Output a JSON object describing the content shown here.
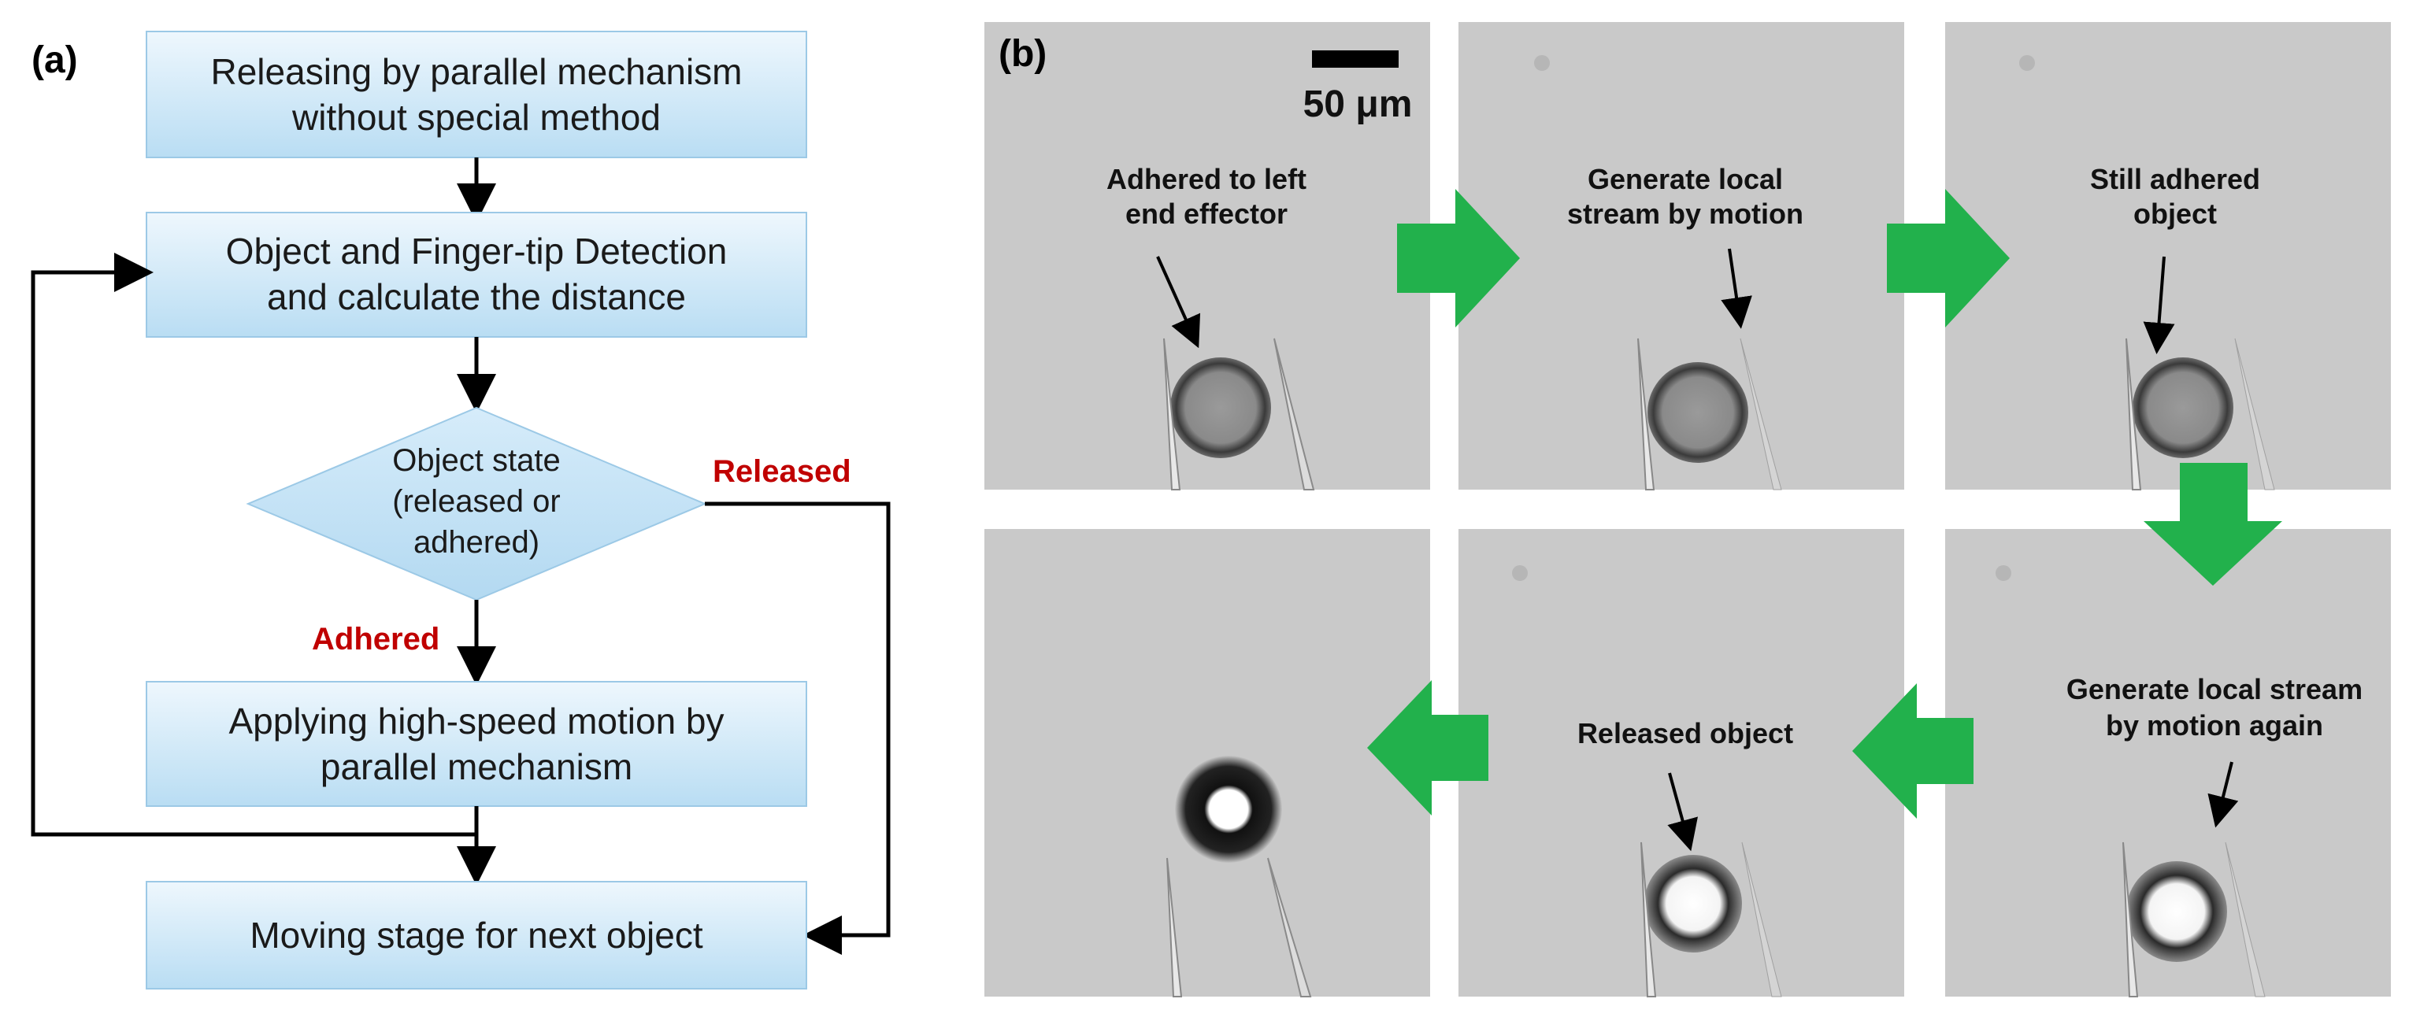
{
  "panel_a": {
    "label": "(a)",
    "box1": [
      "Releasing by parallel mechanism",
      "without special method"
    ],
    "box2": [
      "Object and Finger-tip Detection",
      "and calculate the distance"
    ],
    "decision": [
      "Object state",
      "(released or",
      "adhered)"
    ],
    "released_label": "Released",
    "adhered_label": "Adhered",
    "box3": [
      "Applying high-speed motion by",
      "parallel mechanism"
    ],
    "box4": "Moving stage for next object"
  },
  "panel_b": {
    "label": "(b)",
    "scale_bar": "50 μm",
    "frame1_caption": [
      "Adhered to left",
      "end effector"
    ],
    "frame2_caption": [
      "Generate local",
      "stream by motion"
    ],
    "frame3_caption": [
      "Still adhered",
      "object"
    ],
    "frame4_caption": [
      "Generate local stream",
      "by motion again"
    ],
    "frame5_caption": "Released object"
  },
  "colors": {
    "box_fill_top": "#eef7fd",
    "box_fill_bottom": "#bde0f5",
    "box_stroke": "#9cc9e6",
    "released_red": "#c00000",
    "arrow_green": "#22b14c",
    "frame_gray": "#c8c8c8"
  }
}
